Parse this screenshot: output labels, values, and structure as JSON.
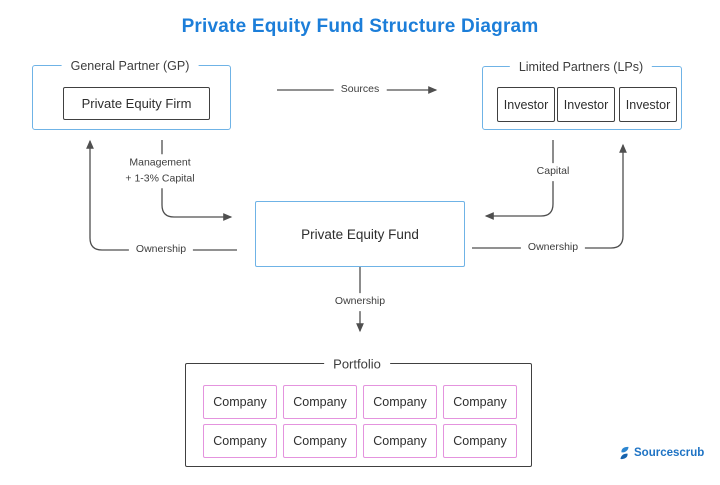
{
  "title": "Private Equity Fund Structure Diagram",
  "colors": {
    "accent": "#1c7ed9",
    "group_border": "#6fb3e6",
    "dark_border": "#404040",
    "company_border": "#e493de",
    "line": "#4f4f4f",
    "label_text": "#3d3d3d",
    "box_text": "#2e2e2e",
    "logo_blue": "#1e73c4",
    "logo_icon_top": "#2d86d0",
    "logo_icon_bottom": "#1663ae"
  },
  "gp_group": {
    "label": "General Partner (GP)",
    "firm": "Private Equity Firm"
  },
  "lps_group": {
    "label": "Limited Partners (LPs)",
    "investors": [
      "Investor",
      "Investor",
      "Investor"
    ]
  },
  "fund": {
    "label": "Private Equity Fund"
  },
  "flows": {
    "sources": "Sources",
    "management_line1": "Management",
    "management_line2": "+ 1-3% Capital",
    "capital": "Capital",
    "ownership_left": "Ownership",
    "ownership_right": "Ownership",
    "ownership_down": "Ownership"
  },
  "portfolio": {
    "label": "Portfolio",
    "companies": [
      "Company",
      "Company",
      "Company",
      "Company",
      "Company",
      "Company",
      "Company",
      "Company"
    ]
  },
  "logo": {
    "text": "Sourcescrub"
  }
}
